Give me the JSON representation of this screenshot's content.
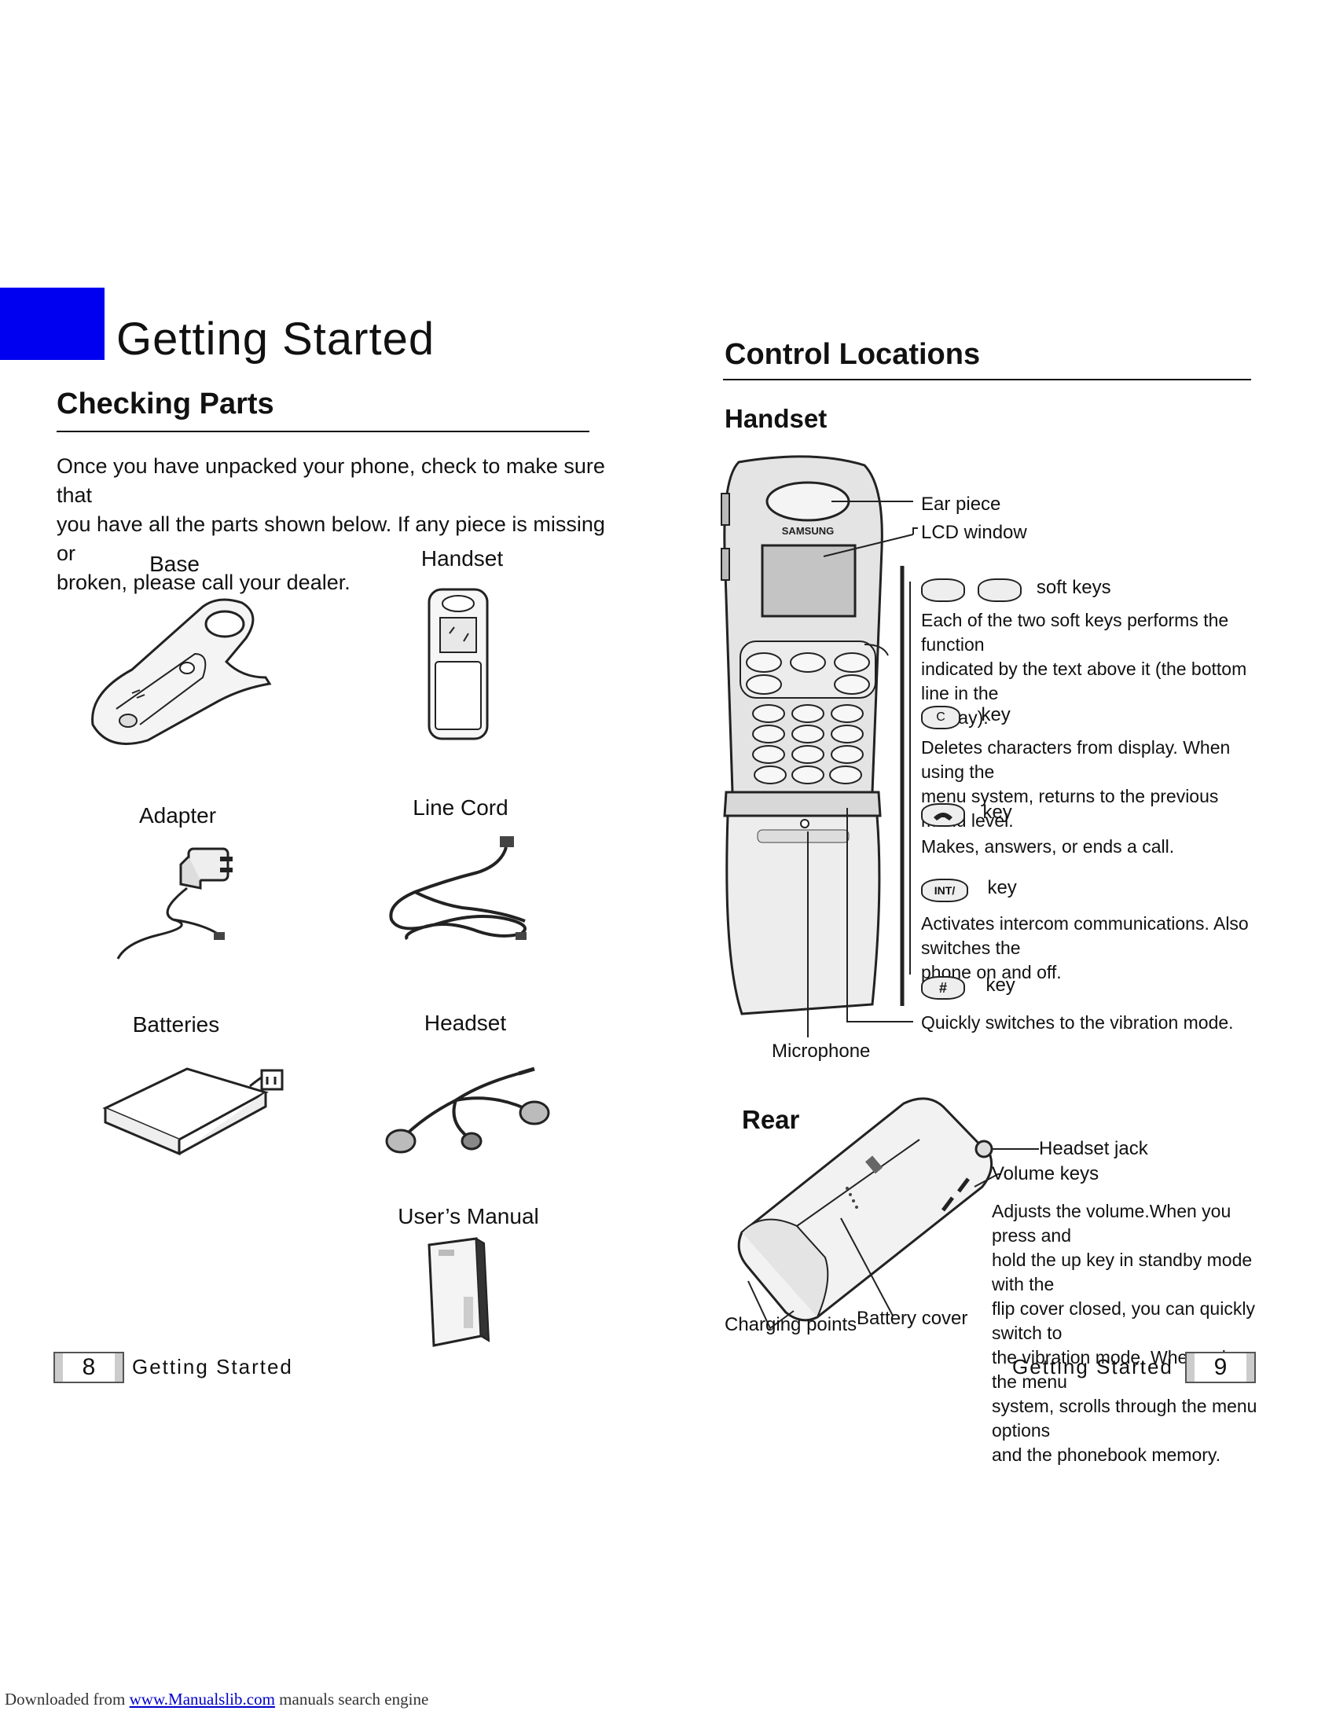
{
  "left_page": {
    "chapter_title": "Getting Started",
    "section_title": "Checking Parts",
    "intro_lines": [
      "Once you have unpacked your phone, check to make sure that",
      "you have all the parts shown below. If any piece is missing or",
      "broken, please call your dealer."
    ],
    "parts": {
      "base": "Base",
      "handset": "Handset",
      "adapter": "Adapter",
      "line_cord": "Line Cord",
      "batteries": "Batteries",
      "headset": "Headset",
      "manual": "User’s Manual"
    },
    "footer": {
      "page_number": "8",
      "text": "Getting Started"
    }
  },
  "right_page": {
    "section_title": "Control Locations",
    "handset_heading": "Handset",
    "callouts": {
      "ear_piece": "Ear piece",
      "lcd_window": "LCD window",
      "microphone": "Microphone"
    },
    "soft_keys": {
      "label": "soft keys",
      "desc": [
        "Each of the two soft keys performs the function",
        "indicated by the text above it (the bottom line in the",
        "display)."
      ]
    },
    "c_key": {
      "icon_text": "C",
      "label": "key",
      "desc": [
        "Deletes characters from display. When using the",
        "menu system, returns to the previous menu level."
      ]
    },
    "talk_key": {
      "label": "key",
      "desc": [
        "Makes, answers, or ends a call."
      ]
    },
    "int_key": {
      "icon_text": "INT/",
      "label": "key",
      "desc": [
        "Activates intercom communications. Also switches the",
        "phone on and off."
      ]
    },
    "hash_key": {
      "icon_text": "#",
      "label": "key",
      "desc": [
        "Quickly switches to the vibration mode."
      ]
    },
    "rear_heading": "Rear",
    "rear_callouts": {
      "headset_jack": "Headset jack",
      "volume_keys": "Volume keys",
      "charging_points": "Charging points",
      "battery_cover": "Battery cover"
    },
    "volume_desc": [
      "Adjusts the volume.When you press and",
      "hold the up key in standby mode with the",
      "flip cover closed, you can quickly switch to",
      "the vibration mode. When using the menu",
      "system, scrolls through the menu options",
      "and the phonebook memory."
    ],
    "phone_brand": "SAMSUNG",
    "footer": {
      "page_number": "9",
      "text": "Getting Started"
    }
  },
  "download_note": {
    "prefix": "Downloaded from ",
    "link": "www.Manualslib.com",
    "suffix": " manuals search engine"
  }
}
